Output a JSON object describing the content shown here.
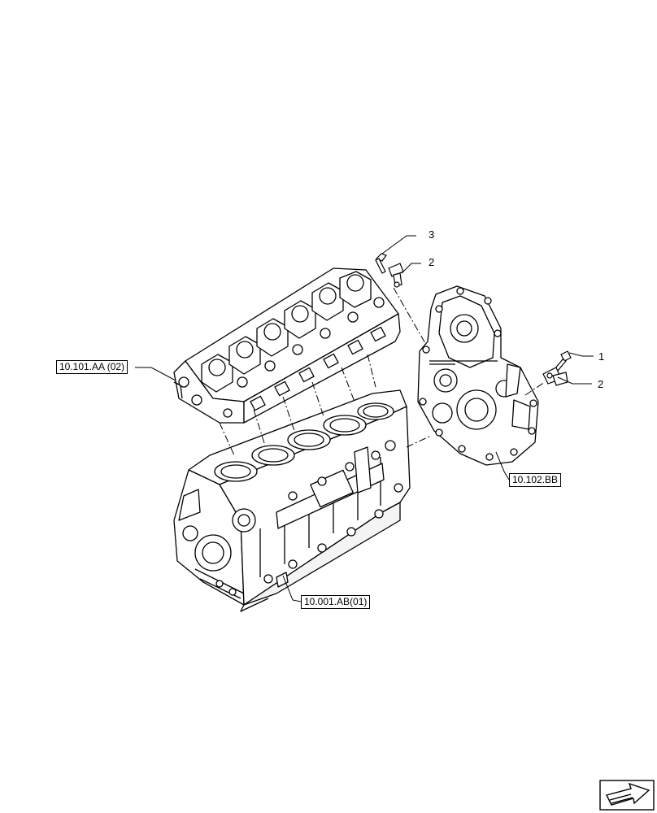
{
  "references": {
    "cylinder_head": "10.101.AA (02)",
    "engine_block": "10.001.AB(01)",
    "flywheel_housing": "10.102.BB"
  },
  "callouts": {
    "top_screw": "3",
    "top_sensor": "2",
    "right_screw": "1",
    "right_sensor": "2"
  },
  "nav_icon": "next-page-arrow-icon"
}
